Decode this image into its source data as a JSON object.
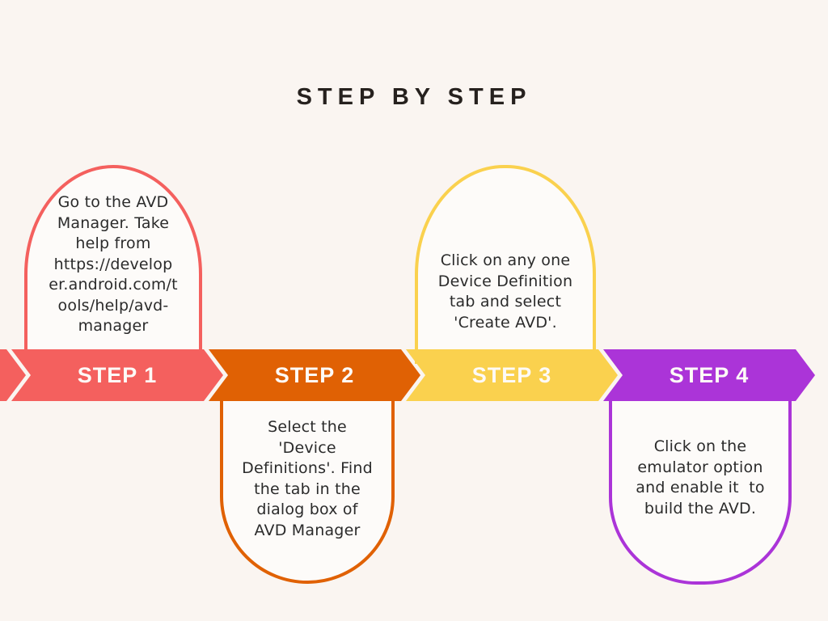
{
  "title": "STEP BY STEP",
  "colors": {
    "background": "#faf5f1",
    "bubble_fill": "#fdfbf9",
    "title_text": "#26211e",
    "body_text": "#2b2b2b",
    "label_text": "#fdfaf7",
    "step1": "#f4605e",
    "step2": "#e06104",
    "step3": "#fad14e",
    "step4": "#ab34d8"
  },
  "steps": [
    {
      "label": "STEP 1",
      "color": "#f4605e",
      "bubble_position": "top",
      "description": "Go to the AVD\nManager. Take\nhelp from\nhttps://develop\ner.android.com/t\nools/help/avd-\nmanager"
    },
    {
      "label": "STEP 2",
      "color": "#e06104",
      "bubble_position": "bottom",
      "description": "Select the\n'Device\nDefinitions'. Find\nthe tab in the\ndialog box of\nAVD Manager"
    },
    {
      "label": "STEP 3",
      "color": "#fad14e",
      "bubble_position": "top",
      "description": "Click on any one\nDevice Definition\ntab and select\n'Create AVD'."
    },
    {
      "label": "STEP 4",
      "color": "#ab34d8",
      "bubble_position": "bottom",
      "description": "Click on the\nemulator option\nand enable it  to\nbuild the AVD."
    }
  ]
}
